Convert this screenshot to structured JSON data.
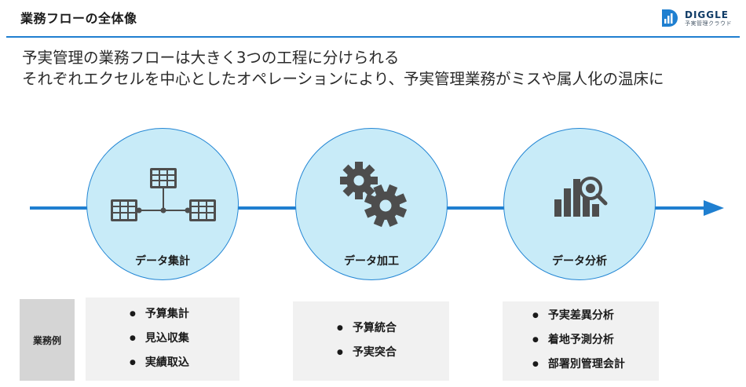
{
  "header": {
    "title": "業務フローの全体像",
    "logo_name": "DIGGLE",
    "logo_sub": "予実管理クラウド"
  },
  "lead": {
    "line1": "予実管理の業務フローは大きく3つの工程に分けられる",
    "line2": "それぞれエクセルを中心としたオペレーションにより、予実管理業務がミスや属人化の温床に"
  },
  "colors": {
    "accent_blue": "#1f7fd0",
    "circle_fill": "#c8ebf8",
    "icon_dark": "#4d4d4d",
    "example_bg": "#f1f1f1",
    "example_side_bg": "#d5d5d5"
  },
  "flow": {
    "steps": [
      {
        "label": "データ集計",
        "icon": "spreadsheet-network-icon"
      },
      {
        "label": "データ加工",
        "icon": "gears-icon"
      },
      {
        "label": "データ分析",
        "icon": "bar-chart-magnifier-icon"
      }
    ]
  },
  "examples": {
    "side_label": "業務例",
    "groups": [
      {
        "items": [
          "予算集計",
          "見込収集",
          "実績取込"
        ]
      },
      {
        "items": [
          "予算統合",
          "予実突合"
        ]
      },
      {
        "items": [
          "予実差異分析",
          "着地予測分析",
          "部署別管理会計"
        ]
      }
    ]
  }
}
